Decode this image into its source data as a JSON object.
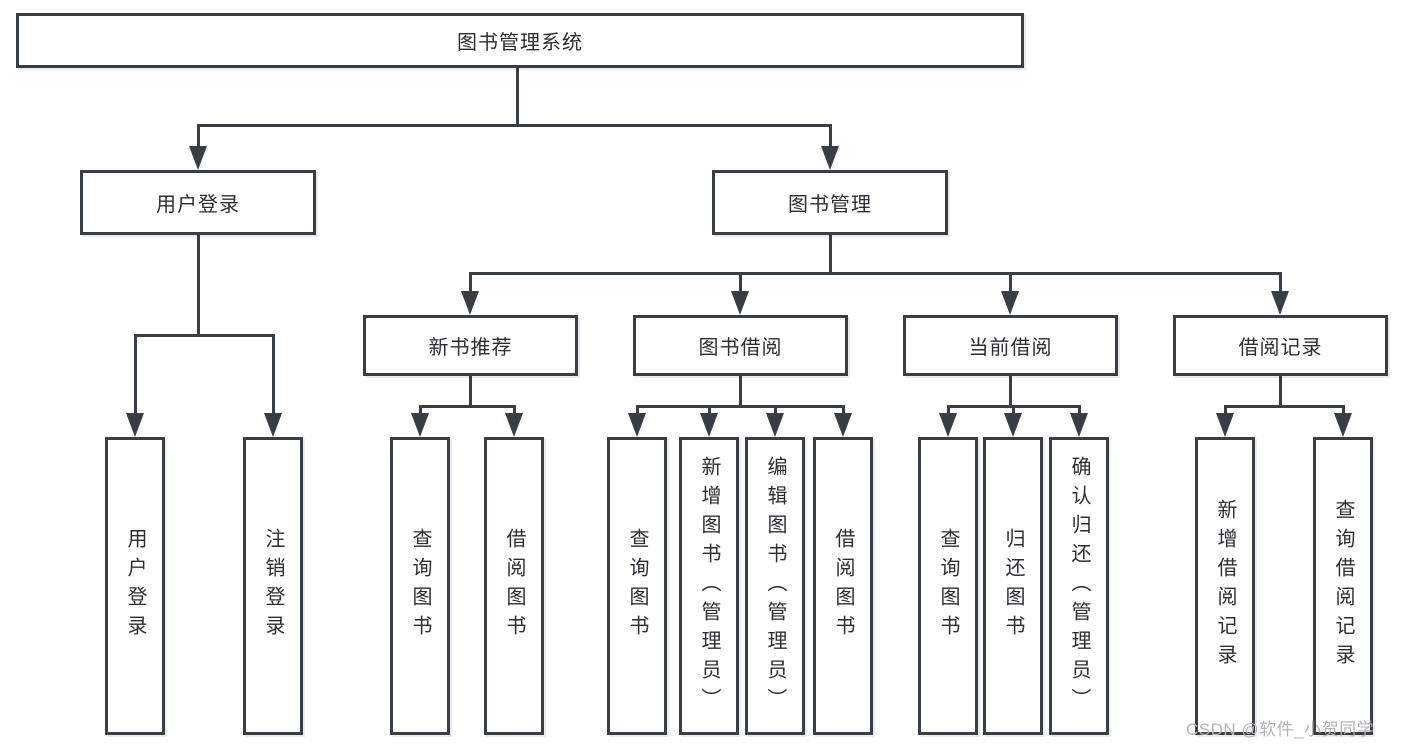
{
  "tree": {
    "root": "图书管理系统",
    "branches": [
      {
        "label": "用户登录",
        "children": [
          "用户登录",
          "注销登录"
        ]
      },
      {
        "label": "图书管理",
        "groups": [
          {
            "label": "新书推荐",
            "children": [
              "查询图书",
              "借阅图书"
            ]
          },
          {
            "label": "图书借阅",
            "children": [
              "查询图书",
              "新增图书（管理员）",
              "编辑图书（管理员）",
              "借阅图书"
            ]
          },
          {
            "label": "当前借阅",
            "children": [
              "查询图书",
              "归还图书",
              "确认归还（管理员）"
            ]
          },
          {
            "label": "借阅记录",
            "children": [
              "新增借阅记录",
              "查询借阅记录"
            ]
          }
        ]
      }
    ]
  },
  "watermark": {
    "text": "CSDN @软件_小贺同学"
  },
  "colors": {
    "line": "#3a3e44",
    "text": "#2c2e33",
    "watermark": "#b5b5b5",
    "background": "#ffffff"
  }
}
